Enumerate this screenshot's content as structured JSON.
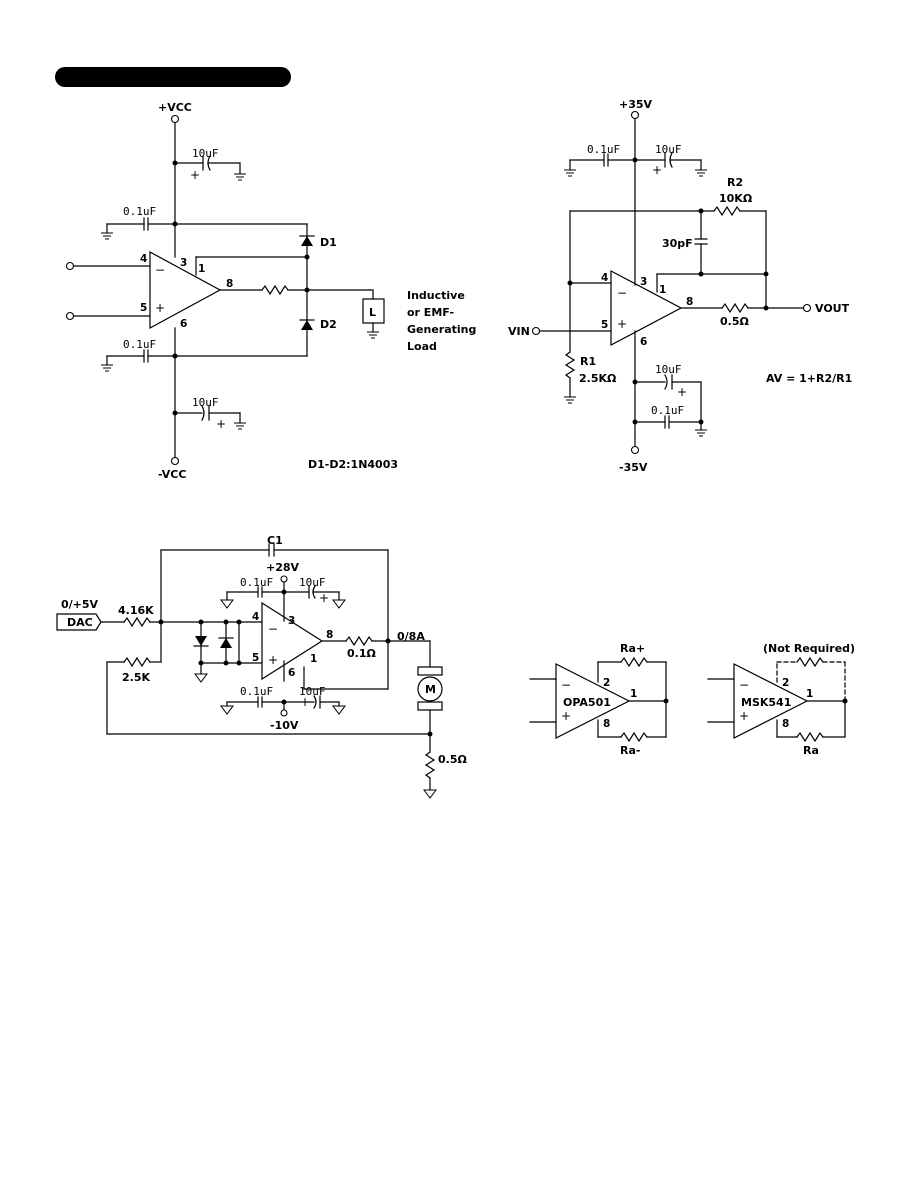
{
  "fig1": {
    "supply_pos": "+VCC",
    "supply_neg": "-VCC",
    "cap_small_top": "0.1uF",
    "cap_big_top": "10uF",
    "cap_small_bot": "0.1uF",
    "cap_big_bot": "10uF",
    "pin_minus": "4",
    "pin_plus": "5",
    "pin_vpos": "3",
    "pin_vneg": "6",
    "pin_1": "1",
    "pin_out": "8",
    "diode1": "D1",
    "diode2": "D2",
    "load_box": "L",
    "load_text_1": "Inductive",
    "load_text_2": "or EMF-",
    "load_text_3": "Generating",
    "load_text_4": "Load",
    "note": "D1-D2:1N4003"
  },
  "fig2": {
    "supply_pos": "+35V",
    "supply_neg": "-35V",
    "cap_small_top": "0.1uF",
    "cap_big_top": "10uF",
    "r2_name": "R2",
    "r2_value": "10KΩ",
    "comp_cap": "30pF",
    "pin_minus": "4",
    "pin_plus": "5",
    "pin_vpos": "3",
    "pin_vneg": "6",
    "pin_1": "1",
    "pin_out": "8",
    "rs_value": "0.5Ω",
    "vout": "VOUT",
    "vin": "VIN",
    "r1_name": "R1",
    "r1_value": "2.5KΩ",
    "cap_big_bot": "10uF",
    "cap_small_bot": "0.1uF",
    "gain": "AV = 1+R2/R1"
  },
  "fig3": {
    "c1": "C1",
    "supply_pos": "+28V",
    "supply_neg": "-10V",
    "cap_small_top": "0.1uF",
    "cap_big_top": "10uF",
    "cap_small_bot": "0.1uF",
    "cap_big_bot": "10uF",
    "input_range": "0/+5V",
    "dac": "DAC",
    "r_in": "4.16K",
    "r_fb": "2.5K",
    "pin_minus": "4",
    "pin_plus": "5",
    "pin_vpos": "3",
    "pin_vneg": "6",
    "pin_1": "1",
    "pin_out": "8",
    "rs": "0.1Ω",
    "current": "0/8A",
    "motor": "M",
    "r_sense": "0.5Ω"
  },
  "fig4": {
    "part": "OPA501",
    "ra_plus": "Ra+",
    "ra_minus": "Ra-",
    "pin_2": "2",
    "pin_1": "1",
    "pin_8": "8"
  },
  "fig5": {
    "part": "MSK541",
    "note": "(Not Required)",
    "ra": "Ra",
    "pin_2": "2",
    "pin_1": "1",
    "pin_8": "8"
  },
  "symbols": {
    "minus": "−",
    "plus": "+"
  }
}
